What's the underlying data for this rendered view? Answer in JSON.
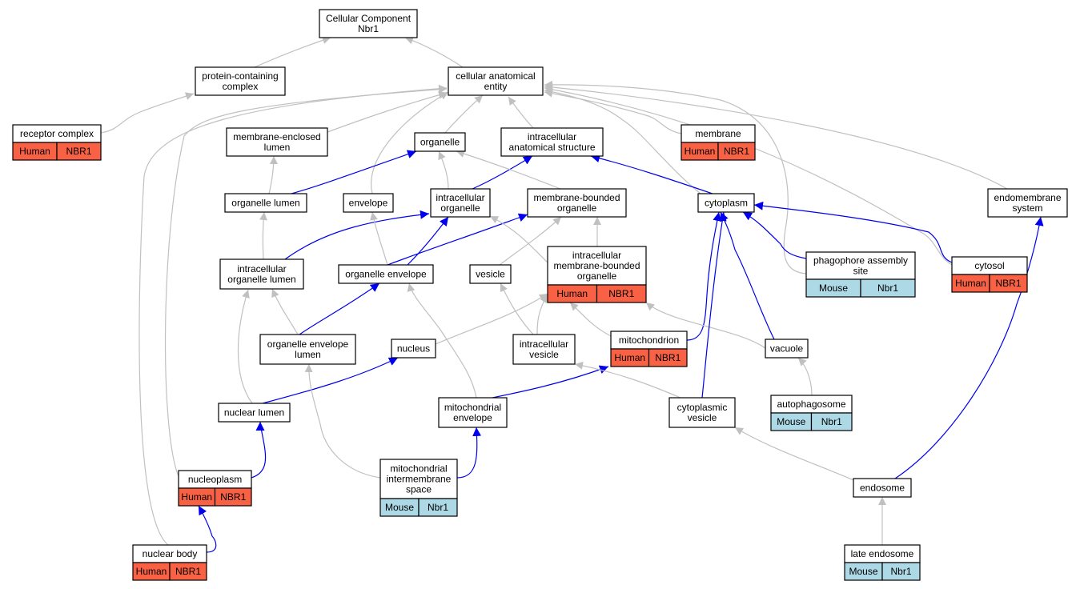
{
  "colors": {
    "human": "#f96145",
    "mouse": "#add8e6",
    "gray_edge": "#c0c0c0",
    "blue_edge": "#0000ee",
    "node_border": "#000000"
  },
  "nodes": {
    "cellular_component": {
      "lines": [
        "Cellular Component",
        "Nbr1"
      ]
    },
    "protein_complex": {
      "lines": [
        "protein-containing",
        "complex"
      ]
    },
    "cellular_anatomical_entity": {
      "lines": [
        "cellular anatomical",
        "entity"
      ]
    },
    "receptor_complex": {
      "lines": [
        "receptor complex"
      ],
      "tags": [
        {
          "label": "Human",
          "kind": "human"
        },
        {
          "label": "NBR1",
          "kind": "human"
        }
      ]
    },
    "membrane_enclosed_lumen": {
      "lines": [
        "membrane-enclosed",
        "lumen"
      ]
    },
    "organelle": {
      "lines": [
        "organelle"
      ]
    },
    "intracellular_anatomical_structure": {
      "lines": [
        "intracellular",
        "anatomical structure"
      ]
    },
    "membrane": {
      "lines": [
        "membrane"
      ],
      "tags": [
        {
          "label": "Human",
          "kind": "human"
        },
        {
          "label": "NBR1",
          "kind": "human"
        }
      ]
    },
    "organelle_lumen": {
      "lines": [
        "organelle lumen"
      ]
    },
    "envelope": {
      "lines": [
        "envelope"
      ]
    },
    "intracellular_organelle": {
      "lines": [
        "intracellular",
        "organelle"
      ]
    },
    "membrane_bounded_organelle": {
      "lines": [
        "membrane-bounded",
        "organelle"
      ]
    },
    "cytoplasm": {
      "lines": [
        "cytoplasm"
      ]
    },
    "endomembrane_system": {
      "lines": [
        "endomembrane",
        "system"
      ]
    },
    "intracellular_organelle_lumen": {
      "lines": [
        "intracellular",
        "organelle lumen"
      ]
    },
    "organelle_envelope": {
      "lines": [
        "organelle envelope"
      ]
    },
    "vesicle": {
      "lines": [
        "vesicle"
      ]
    },
    "intracellular_membrane_bounded_organelle": {
      "lines": [
        "intracellular",
        "membrane-bounded",
        "organelle"
      ],
      "tags": [
        {
          "label": "Human",
          "kind": "human"
        },
        {
          "label": "NBR1",
          "kind": "human"
        }
      ]
    },
    "phagophore_assembly_site": {
      "lines": [
        "phagophore assembly",
        "site"
      ],
      "tags": [
        {
          "label": "Mouse",
          "kind": "mouse"
        },
        {
          "label": "Nbr1",
          "kind": "mouse"
        }
      ]
    },
    "cytosol": {
      "lines": [
        "cytosol"
      ],
      "tags": [
        {
          "label": "Human",
          "kind": "human"
        },
        {
          "label": "NBR1",
          "kind": "human"
        }
      ]
    },
    "organelle_envelope_lumen": {
      "lines": [
        "organelle envelope",
        "lumen"
      ]
    },
    "nucleus": {
      "lines": [
        "nucleus"
      ]
    },
    "intracellular_vesicle": {
      "lines": [
        "intracellular",
        "vesicle"
      ]
    },
    "mitochondrion": {
      "lines": [
        "mitochondrion"
      ],
      "tags": [
        {
          "label": "Human",
          "kind": "human"
        },
        {
          "label": "NBR1",
          "kind": "human"
        }
      ]
    },
    "vacuole": {
      "lines": [
        "vacuole"
      ]
    },
    "autophagosome": {
      "lines": [
        "autophagosome"
      ],
      "tags": [
        {
          "label": "Mouse",
          "kind": "mouse"
        },
        {
          "label": "Nbr1",
          "kind": "mouse"
        }
      ]
    },
    "nuclear_lumen": {
      "lines": [
        "nuclear lumen"
      ]
    },
    "mitochondrial_envelope": {
      "lines": [
        "mitochondrial",
        "envelope"
      ]
    },
    "cytoplasmic_vesicle": {
      "lines": [
        "cytoplasmic",
        "vesicle"
      ]
    },
    "nucleoplasm": {
      "lines": [
        "nucleoplasm"
      ],
      "tags": [
        {
          "label": "Human",
          "kind": "human"
        },
        {
          "label": "NBR1",
          "kind": "human"
        }
      ]
    },
    "mitochondrial_intermembrane_space": {
      "lines": [
        "mitochondrial",
        "intermembrane",
        "space"
      ],
      "tags": [
        {
          "label": "Mouse",
          "kind": "mouse"
        },
        {
          "label": "Nbr1",
          "kind": "mouse"
        }
      ]
    },
    "endosome": {
      "lines": [
        "endosome"
      ]
    },
    "nuclear_body": {
      "lines": [
        "nuclear body"
      ],
      "tags": [
        {
          "label": "Human",
          "kind": "human"
        },
        {
          "label": "NBR1",
          "kind": "human"
        }
      ]
    },
    "late_endosome": {
      "lines": [
        "late endosome"
      ],
      "tags": [
        {
          "label": "Mouse",
          "kind": "mouse"
        },
        {
          "label": "Nbr1",
          "kind": "mouse"
        }
      ]
    }
  },
  "edges": [
    {
      "from": "protein_complex",
      "to": "cellular_component",
      "kind": "is_a"
    },
    {
      "from": "cellular_anatomical_entity",
      "to": "cellular_component",
      "kind": "is_a"
    },
    {
      "from": "receptor_complex",
      "to": "protein_complex",
      "kind": "is_a"
    },
    {
      "from": "membrane_enclosed_lumen",
      "to": "cellular_anatomical_entity",
      "kind": "is_a"
    },
    {
      "from": "organelle",
      "to": "cellular_anatomical_entity",
      "kind": "is_a"
    },
    {
      "from": "intracellular_anatomical_structure",
      "to": "cellular_anatomical_entity",
      "kind": "is_a"
    },
    {
      "from": "membrane",
      "to": "cellular_anatomical_entity",
      "kind": "is_a"
    },
    {
      "from": "envelope",
      "to": "cellular_anatomical_entity",
      "kind": "is_a"
    },
    {
      "from": "cytoplasm",
      "to": "cellular_anatomical_entity",
      "kind": "is_a"
    },
    {
      "from": "endomembrane_system",
      "to": "cellular_anatomical_entity",
      "kind": "is_a"
    },
    {
      "from": "phagophore_assembly_site",
      "to": "cellular_anatomical_entity",
      "kind": "is_a"
    },
    {
      "from": "cytosol",
      "to": "cellular_anatomical_entity",
      "kind": "is_a"
    },
    {
      "from": "nucleoplasm",
      "to": "cellular_anatomical_entity",
      "kind": "is_a"
    },
    {
      "from": "nuclear_body",
      "to": "cellular_anatomical_entity",
      "kind": "is_a"
    },
    {
      "from": "organelle_lumen",
      "to": "membrane_enclosed_lumen",
      "kind": "is_a"
    },
    {
      "from": "organelle_lumen",
      "to": "organelle",
      "kind": "part_of"
    },
    {
      "from": "intracellular_organelle",
      "to": "organelle",
      "kind": "is_a"
    },
    {
      "from": "intracellular_organelle",
      "to": "intracellular_anatomical_structure",
      "kind": "part_of"
    },
    {
      "from": "membrane_bounded_organelle",
      "to": "organelle",
      "kind": "is_a"
    },
    {
      "from": "cytoplasm",
      "to": "intracellular_anatomical_structure",
      "kind": "part_of"
    },
    {
      "from": "intracellular_organelle_lumen",
      "to": "organelle_lumen",
      "kind": "is_a"
    },
    {
      "from": "intracellular_organelle_lumen",
      "to": "intracellular_organelle",
      "kind": "part_of"
    },
    {
      "from": "organelle_envelope",
      "to": "envelope",
      "kind": "is_a"
    },
    {
      "from": "organelle_envelope",
      "to": "intracellular_organelle",
      "kind": "part_of"
    },
    {
      "from": "organelle_envelope",
      "to": "membrane_bounded_organelle",
      "kind": "part_of"
    },
    {
      "from": "vesicle",
      "to": "membrane_bounded_organelle",
      "kind": "is_a"
    },
    {
      "from": "intracellular_membrane_bounded_organelle",
      "to": "membrane_bounded_organelle",
      "kind": "is_a"
    },
    {
      "from": "intracellular_membrane_bounded_organelle",
      "to": "intracellular_organelle",
      "kind": "is_a"
    },
    {
      "from": "phagophore_assembly_site",
      "to": "cytoplasm",
      "kind": "part_of"
    },
    {
      "from": "cytosol",
      "to": "cytoplasm",
      "kind": "part_of"
    },
    {
      "from": "organelle_envelope_lumen",
      "to": "intracellular_organelle_lumen",
      "kind": "is_a"
    },
    {
      "from": "organelle_envelope_lumen",
      "to": "organelle_envelope",
      "kind": "part_of"
    },
    {
      "from": "nucleus",
      "to": "intracellular_membrane_bounded_organelle",
      "kind": "is_a"
    },
    {
      "from": "intracellular_vesicle",
      "to": "vesicle",
      "kind": "is_a"
    },
    {
      "from": "intracellular_vesicle",
      "to": "intracellular_membrane_bounded_organelle",
      "kind": "is_a"
    },
    {
      "from": "mitochondrion",
      "to": "intracellular_membrane_bounded_organelle",
      "kind": "is_a"
    },
    {
      "from": "mitochondrion",
      "to": "cytoplasm",
      "kind": "part_of"
    },
    {
      "from": "vacuole",
      "to": "intracellular_membrane_bounded_organelle",
      "kind": "is_a"
    },
    {
      "from": "vacuole",
      "to": "cytoplasm",
      "kind": "part_of"
    },
    {
      "from": "autophagosome",
      "to": "vacuole",
      "kind": "is_a"
    },
    {
      "from": "nuclear_lumen",
      "to": "intracellular_organelle_lumen",
      "kind": "is_a"
    },
    {
      "from": "nuclear_lumen",
      "to": "nucleus",
      "kind": "part_of"
    },
    {
      "from": "mitochondrial_envelope",
      "to": "organelle_envelope",
      "kind": "is_a"
    },
    {
      "from": "mitochondrial_envelope",
      "to": "mitochondrion",
      "kind": "part_of"
    },
    {
      "from": "cytoplasmic_vesicle",
      "to": "intracellular_vesicle",
      "kind": "is_a"
    },
    {
      "from": "cytoplasmic_vesicle",
      "to": "cytoplasm",
      "kind": "part_of"
    },
    {
      "from": "nucleoplasm",
      "to": "nuclear_lumen",
      "kind": "part_of"
    },
    {
      "from": "mitochondrial_intermembrane_space",
      "to": "organelle_envelope_lumen",
      "kind": "is_a"
    },
    {
      "from": "mitochondrial_intermembrane_space",
      "to": "mitochondrial_envelope",
      "kind": "part_of"
    },
    {
      "from": "endosome",
      "to": "cytoplasmic_vesicle",
      "kind": "is_a"
    },
    {
      "from": "endosome",
      "to": "endomembrane_system",
      "kind": "part_of"
    },
    {
      "from": "nuclear_body",
      "to": "nucleoplasm",
      "kind": "part_of"
    },
    {
      "from": "late_endosome",
      "to": "endosome",
      "kind": "is_a"
    }
  ]
}
